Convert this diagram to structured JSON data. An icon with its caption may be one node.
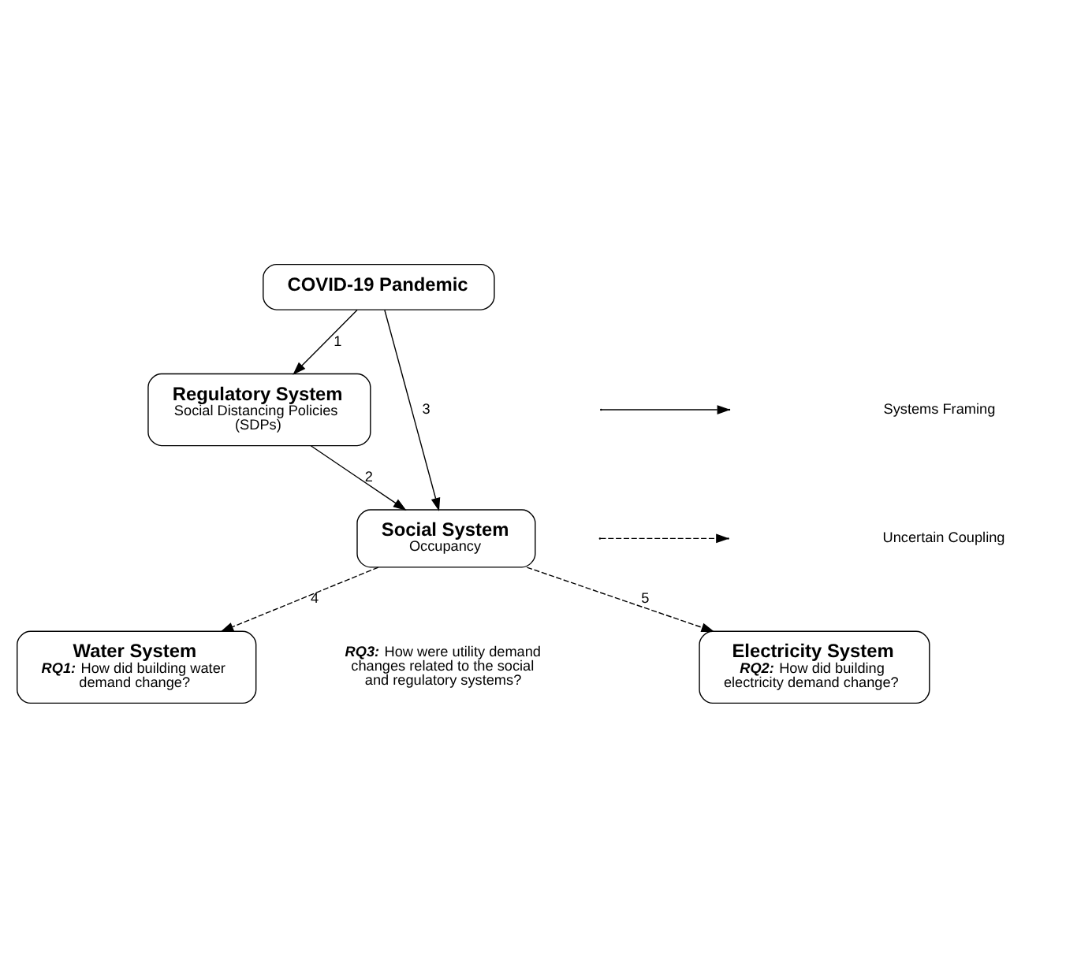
{
  "diagram": {
    "nodes": [
      {
        "text": [
          "COVID-19 Pandemic"
        ]
      },
      {
        "text": [
          "Regulatory System",
          "Social Distancing Policies (SDPs)"
        ]
      },
      {
        "text": [
          "Social System",
          "Occupancy"
        ]
      },
      {
        "text": [
          "Water System",
          "**RQ1:** How did building water demand change?"
        ]
      },
      {
        "text": [
          "Electricity System",
          "**RQ2:** How did building electricity demand change?"
        ]
      }
    ],
    "edges": [
      {
        "from": 0,
        "to": 1,
        "arrow": "to",
        "label": "1"
      },
      {
        "from": 1,
        "to": 2,
        "arrow": "to",
        "label": "2"
      },
      {
        "from": 0,
        "to": 2,
        "arrow": "to",
        "label": "3"
      },
      {
        "from": 2,
        "to": 3,
        "arrow": "to",
        "label": "4",
        "style": "dashed"
      },
      {
        "from": 2,
        "to": 4,
        "arrow": "to",
        "label": "5",
        "style": "dashed"
      }
    ],
    "labels": [
      "**RQ3:** How were utility demand changes related to the social and regulatory systems?"
    ],
    "legend": [
      {
        "text": "Systems Framing"
      },
      {
        "text": "Uncertain Coupling"
      }
    ]
  }
}
